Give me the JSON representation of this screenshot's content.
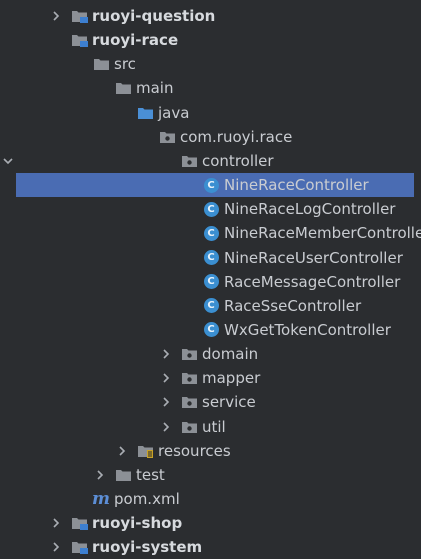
{
  "tree": {
    "items": [
      {
        "label": "ruoyi-question",
        "icon": "module-folder-icon",
        "arrow": "right",
        "bold": true
      },
      {
        "label": "ruoyi-race",
        "icon": "module-folder-icon",
        "arrow": "down",
        "bold": true
      },
      {
        "label": "src",
        "icon": "folder-icon",
        "arrow": "down"
      },
      {
        "label": "main",
        "icon": "folder-icon",
        "arrow": "down"
      },
      {
        "label": "java",
        "icon": "source-folder-icon",
        "arrow": "down"
      },
      {
        "label": "com.ruoyi.race",
        "icon": "package-icon",
        "arrow": "down"
      },
      {
        "label": "controller",
        "icon": "package-icon",
        "arrow": "down"
      },
      {
        "label": "NineRaceController",
        "icon": "class-icon",
        "selected": true
      },
      {
        "label": "NineRaceLogController",
        "icon": "class-icon"
      },
      {
        "label": "NineRaceMemberController",
        "icon": "class-icon"
      },
      {
        "label": "NineRaceUserController",
        "icon": "class-icon"
      },
      {
        "label": "RaceMessageController",
        "icon": "class-icon"
      },
      {
        "label": "RaceSseController",
        "icon": "class-icon"
      },
      {
        "label": "WxGetTokenController",
        "icon": "class-icon"
      },
      {
        "label": "domain",
        "icon": "package-icon",
        "arrow": "right"
      },
      {
        "label": "mapper",
        "icon": "package-icon",
        "arrow": "right"
      },
      {
        "label": "service",
        "icon": "package-icon",
        "arrow": "right"
      },
      {
        "label": "util",
        "icon": "package-icon",
        "arrow": "right"
      },
      {
        "label": "resources",
        "icon": "resources-folder-icon",
        "arrow": "right"
      },
      {
        "label": "test",
        "icon": "folder-icon",
        "arrow": "right"
      },
      {
        "label": "pom.xml",
        "icon": "maven-icon"
      },
      {
        "label": "ruoyi-shop",
        "icon": "module-folder-icon",
        "arrow": "right",
        "bold": true
      },
      {
        "label": "ruoyi-system",
        "icon": "module-folder-icon",
        "arrow": "right",
        "bold": true
      }
    ],
    "class_icon_letter": "C",
    "maven_icon_letter": "m"
  },
  "colors": {
    "background": "#2b2d30",
    "selection": "#4a6cb3",
    "folder": "#8c9096",
    "class_icon": "#3b8fd1",
    "source_folder": "#4a8fd6"
  }
}
